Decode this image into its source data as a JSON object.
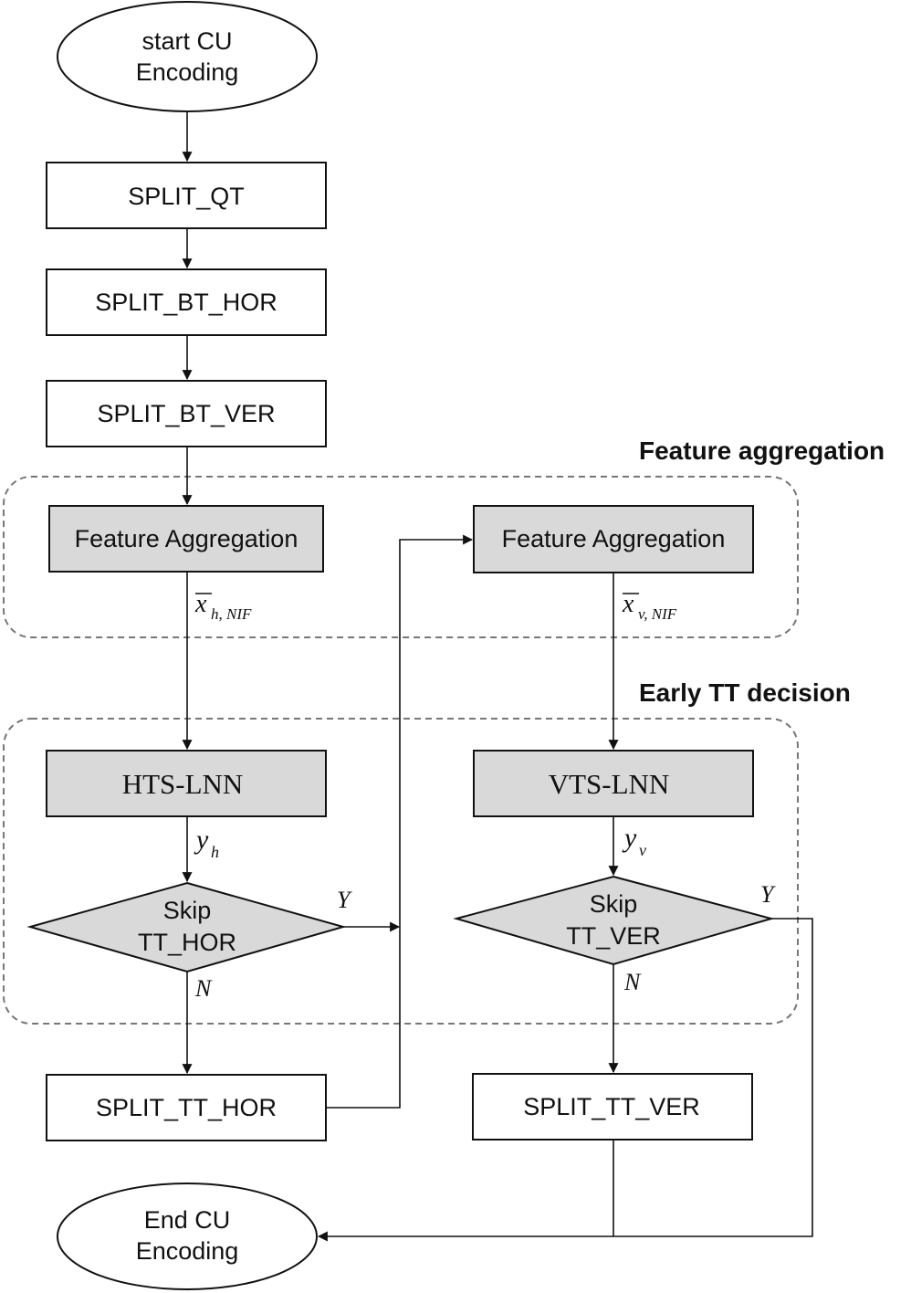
{
  "nodes": {
    "start": [
      "start CU",
      "Encoding"
    ],
    "split_qt": "SPLIT_QT",
    "split_bt_hor": "SPLIT_BT_HOR",
    "split_bt_ver": "SPLIT_BT_VER",
    "feat_agg_left": "Feature Aggregation",
    "feat_agg_right": "Feature Aggregation",
    "hts_lnn": "HTS-LNN",
    "vts_lnn": "VTS-LNN",
    "skip_hor": [
      "Skip",
      "TT_HOR"
    ],
    "skip_ver": [
      "Skip",
      "TT_VER"
    ],
    "split_tt_hor": "SPLIT_TT_HOR",
    "split_tt_ver": "SPLIT_TT_VER",
    "end": [
      "End CU",
      "Encoding"
    ]
  },
  "groups": {
    "feature_aggregation": "Feature aggregation",
    "early_tt_decision": "Early TT decision"
  },
  "edge_labels": {
    "x_h_nif": {
      "base": "x",
      "sub": "h, NIF"
    },
    "x_v_nif": {
      "base": "x",
      "sub": "v, NIF"
    },
    "y_h": {
      "base": "y",
      "sub": "h"
    },
    "y_v": {
      "base": "y",
      "sub": "v"
    },
    "yes_hor": "Y",
    "no_hor": "N",
    "yes_ver": "Y",
    "no_ver": "N"
  },
  "colors": {
    "box_fill": "#ffffff",
    "gray_fill": "#d9d9d9",
    "stroke": "#111111",
    "dashed_region": "#777777"
  }
}
